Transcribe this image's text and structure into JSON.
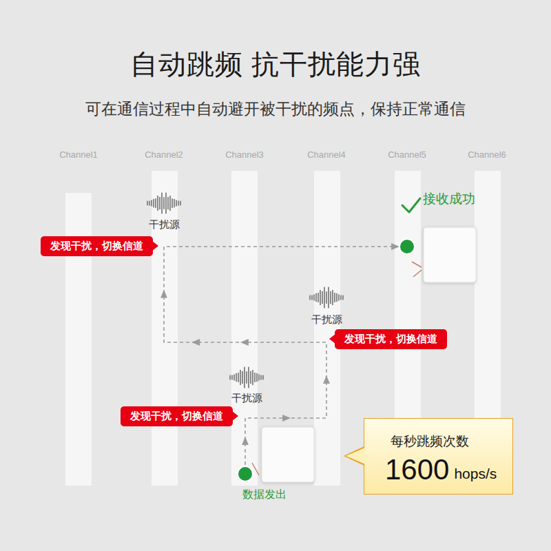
{
  "diagram": {
    "title": "自动跳频 抗干扰能力强",
    "caption": "可在通信过程中自动避开被干扰的频点，保持正常通信",
    "nodes": [
      {
        "text": [
          "接收成功"
        ]
      },
      {
        "text": [
          "发现干扰，切换信道"
        ]
      },
      {
        "text": [
          "发现干扰，切换信道"
        ]
      },
      {
        "text": [
          "发现干扰，切换信道"
        ]
      },
      {
        "text": [
          "每秒跳频次数",
          "1600",
          "hops/s"
        ]
      },
      {
        "text": [
          "数据发出"
        ]
      }
    ],
    "edges": [
      {
        "from": 5,
        "to": 0,
        "arrow": "to"
      }
    ],
    "labels": [
      "Channel1",
      "Channel2",
      "Channel3",
      "Channel4",
      "Channel5",
      "Channel6",
      "干扰源",
      "干扰源",
      "干扰源"
    ]
  }
}
